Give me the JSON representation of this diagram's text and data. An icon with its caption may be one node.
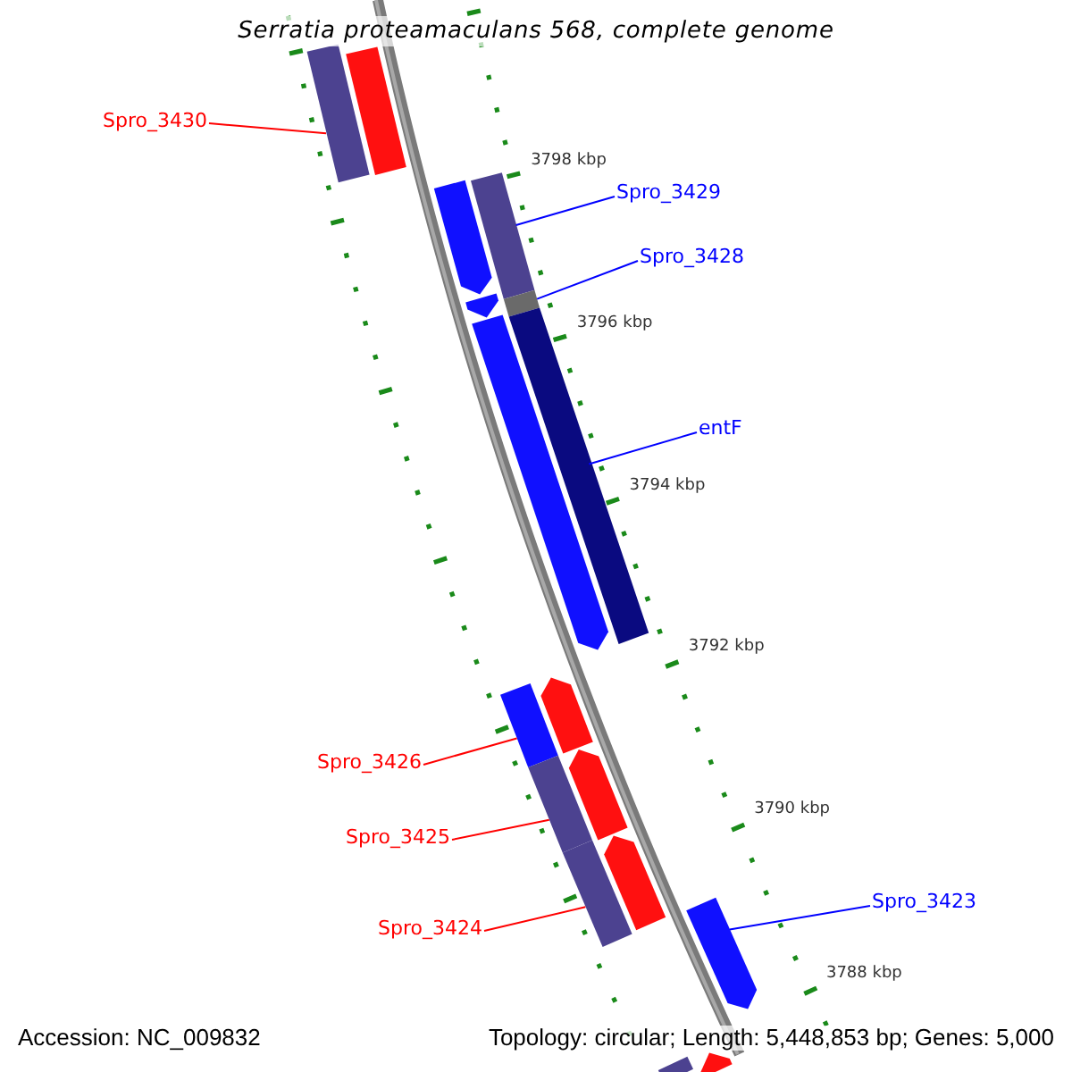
{
  "diagram": {
    "title": "Serratia proteamaculans 568, complete genome",
    "nodes": [
      {
        "text": [
          "Spro_3430"
        ]
      },
      {
        "text": [
          "Spro_3429"
        ]
      },
      {
        "text": [
          "Spro_3428"
        ]
      },
      {
        "text": [
          "entF"
        ]
      },
      {
        "text": [
          "Spro_3426"
        ]
      },
      {
        "text": [
          "Spro_3425"
        ]
      },
      {
        "text": [
          "Spro_3424"
        ]
      },
      {
        "text": [
          "Spro_3423"
        ]
      },
      {
        "text": [],
        "shape": "bar"
      },
      {
        "text": [],
        "shape": "bar"
      },
      {
        "text": [],
        "shape": "bar"
      },
      {
        "text": [],
        "shape": "bar"
      },
      {
        "text": [],
        "shape": "bar"
      },
      {
        "text": [],
        "shape": "bar"
      },
      {
        "text": [],
        "shape": "bar"
      },
      {
        "text": [],
        "shape": "bar"
      },
      {
        "text": [],
        "shape": "bar"
      },
      {
        "text": [],
        "shape": "bar"
      },
      {
        "text": [],
        "shape": "bar"
      },
      {
        "text": [],
        "shape": "bar"
      },
      {
        "text": [],
        "shape": "bar"
      },
      {
        "text": [],
        "shape": "bar"
      },
      {
        "text": [],
        "shape": "bar"
      },
      {
        "text": [],
        "shape": "bar"
      },
      {
        "text": [],
        "shape": "bar"
      }
    ],
    "edges": [
      {
        "from": 0,
        "to": 8,
        "arrow": "none",
        "color": "#ff0000"
      },
      {
        "from": 1,
        "to": 9,
        "arrow": "none",
        "color": "#0000ff"
      },
      {
        "from": 2,
        "to": 10,
        "arrow": "none",
        "color": "#0000ff"
      },
      {
        "from": 3,
        "to": 11,
        "arrow": "none",
        "color": "#0000ff"
      },
      {
        "from": 4,
        "to": 12,
        "arrow": "none",
        "color": "#ff0000"
      },
      {
        "from": 5,
        "to": 13,
        "arrow": "none",
        "color": "#ff0000"
      },
      {
        "from": 6,
        "to": 14,
        "arrow": "none",
        "color": "#ff0000"
      },
      {
        "from": 7,
        "to": 15,
        "arrow": "none",
        "color": "#0000ff"
      }
    ],
    "labels": [
      "3798 kbp",
      "3796 kbp",
      "3794 kbp",
      "3792 kbp",
      "3790 kbp",
      "3788 kbp",
      "Accession: NC_009832",
      "Topology: circular; Length: 5,448,853 bp; Genes: 5,000"
    ]
  }
}
